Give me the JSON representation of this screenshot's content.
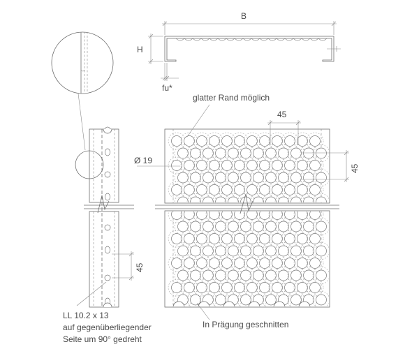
{
  "labels": {
    "width": "B",
    "height": "H",
    "thickness": "fu*",
    "smooth_edge": "glatter Rand möglich",
    "pitch_top": "45",
    "pitch_right": "45",
    "pitch_side": "45",
    "hole_diameter": "Ø 19",
    "slot_line1": "LL 10.2 x 13",
    "slot_line2": "auf gegenüberliegender",
    "slot_line3": "Seite um 90° gedreht",
    "cut_note": "In Prägung geschnitten"
  }
}
